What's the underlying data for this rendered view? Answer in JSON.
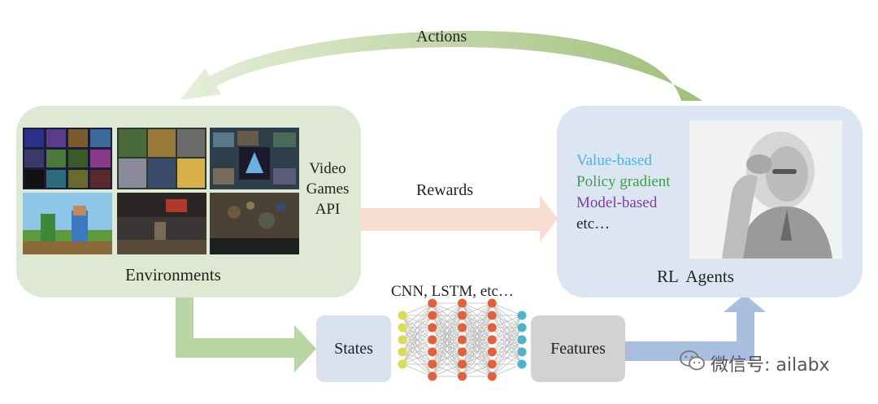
{
  "arrows": {
    "actions": "Actions",
    "rewards": "Rewards"
  },
  "environment": {
    "label": "Environments",
    "api_lines": [
      "Video",
      "Games",
      "API"
    ]
  },
  "agent": {
    "label": "RL  Agents",
    "algorithms": [
      {
        "text": "Value-based",
        "color": "#4ab3e6"
      },
      {
        "text": "Policy gradient",
        "color": "#3aa04a"
      },
      {
        "text": "Model-based",
        "color": "#7a3ea6"
      },
      {
        "text": "etc…",
        "color": "#222222"
      }
    ]
  },
  "pipeline": {
    "states": "States",
    "network_label": "CNN, LSTM, etc…",
    "features": "Features"
  },
  "network": {
    "layer_sizes": [
      5,
      7,
      7,
      7,
      5
    ],
    "layer_colors": [
      "#d9dd52",
      "#e2603a",
      "#e2603a",
      "#e2603a",
      "#4fb3cf"
    ]
  },
  "colors": {
    "env_panel": "#dfe8d2",
    "agent_panel": "#dbe6f2",
    "actions_arrow": "#b6cf98",
    "rewards_arrow": "#f7ddd2",
    "states_arrow": "#b9d6a4",
    "features_arrow": "#a9bfe0"
  },
  "watermark": "微信号: ailabx"
}
